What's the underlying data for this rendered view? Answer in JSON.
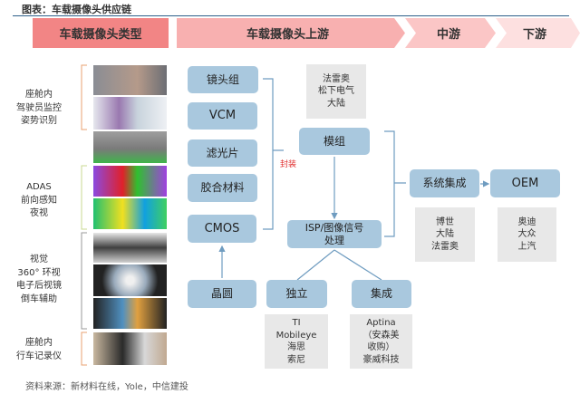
{
  "title": "图表：车载摄像头供应链",
  "header": {
    "types": "车载摄像头类型",
    "upstream": "车载摄像头上游",
    "midstream": "中游",
    "downstream": "下游"
  },
  "categories": [
    {
      "label": "座舱内\n驾驶员监控\n姿势识别"
    },
    {
      "label": "ADAS\n前向感知\n夜视"
    },
    {
      "label": "视觉\n360° 环视\n电子后视镜\n倒车辅助"
    },
    {
      "label": "座舱内\n行车记录仪"
    }
  ],
  "components": {
    "lens": "镜头组",
    "vcm": "VCM",
    "filter": "滤光片",
    "glue": "胶合材料",
    "cmos": "CMOS",
    "wafer": "晶圆"
  },
  "packaging": "封装",
  "module": "模组",
  "module_suppliers": "法雷奥\n松下电气\n大陆",
  "isp": "ISP/图像信号\n处理",
  "standalone": "独立",
  "integrated": "集成",
  "standalone_suppliers": "TI\nMobileye\n海思\n索尼",
  "integrated_suppliers": "Aptina\n（安森美\n收购）\n豪威科技",
  "system_integration": "系统集成",
  "oem": "OEM",
  "integrator_suppliers": "博世\n大陆\n法雷奥",
  "oem_list": "奥迪\n大众\n上汽",
  "source": "资料来源：新材料在线，Yole，中信建投",
  "colors": {
    "box": "#a9c8de",
    "types_band": "#f28585",
    "upstream_band": "#f8b0b0",
    "mid_band": "#fbc6c6",
    "down_band": "#fde0e0"
  }
}
